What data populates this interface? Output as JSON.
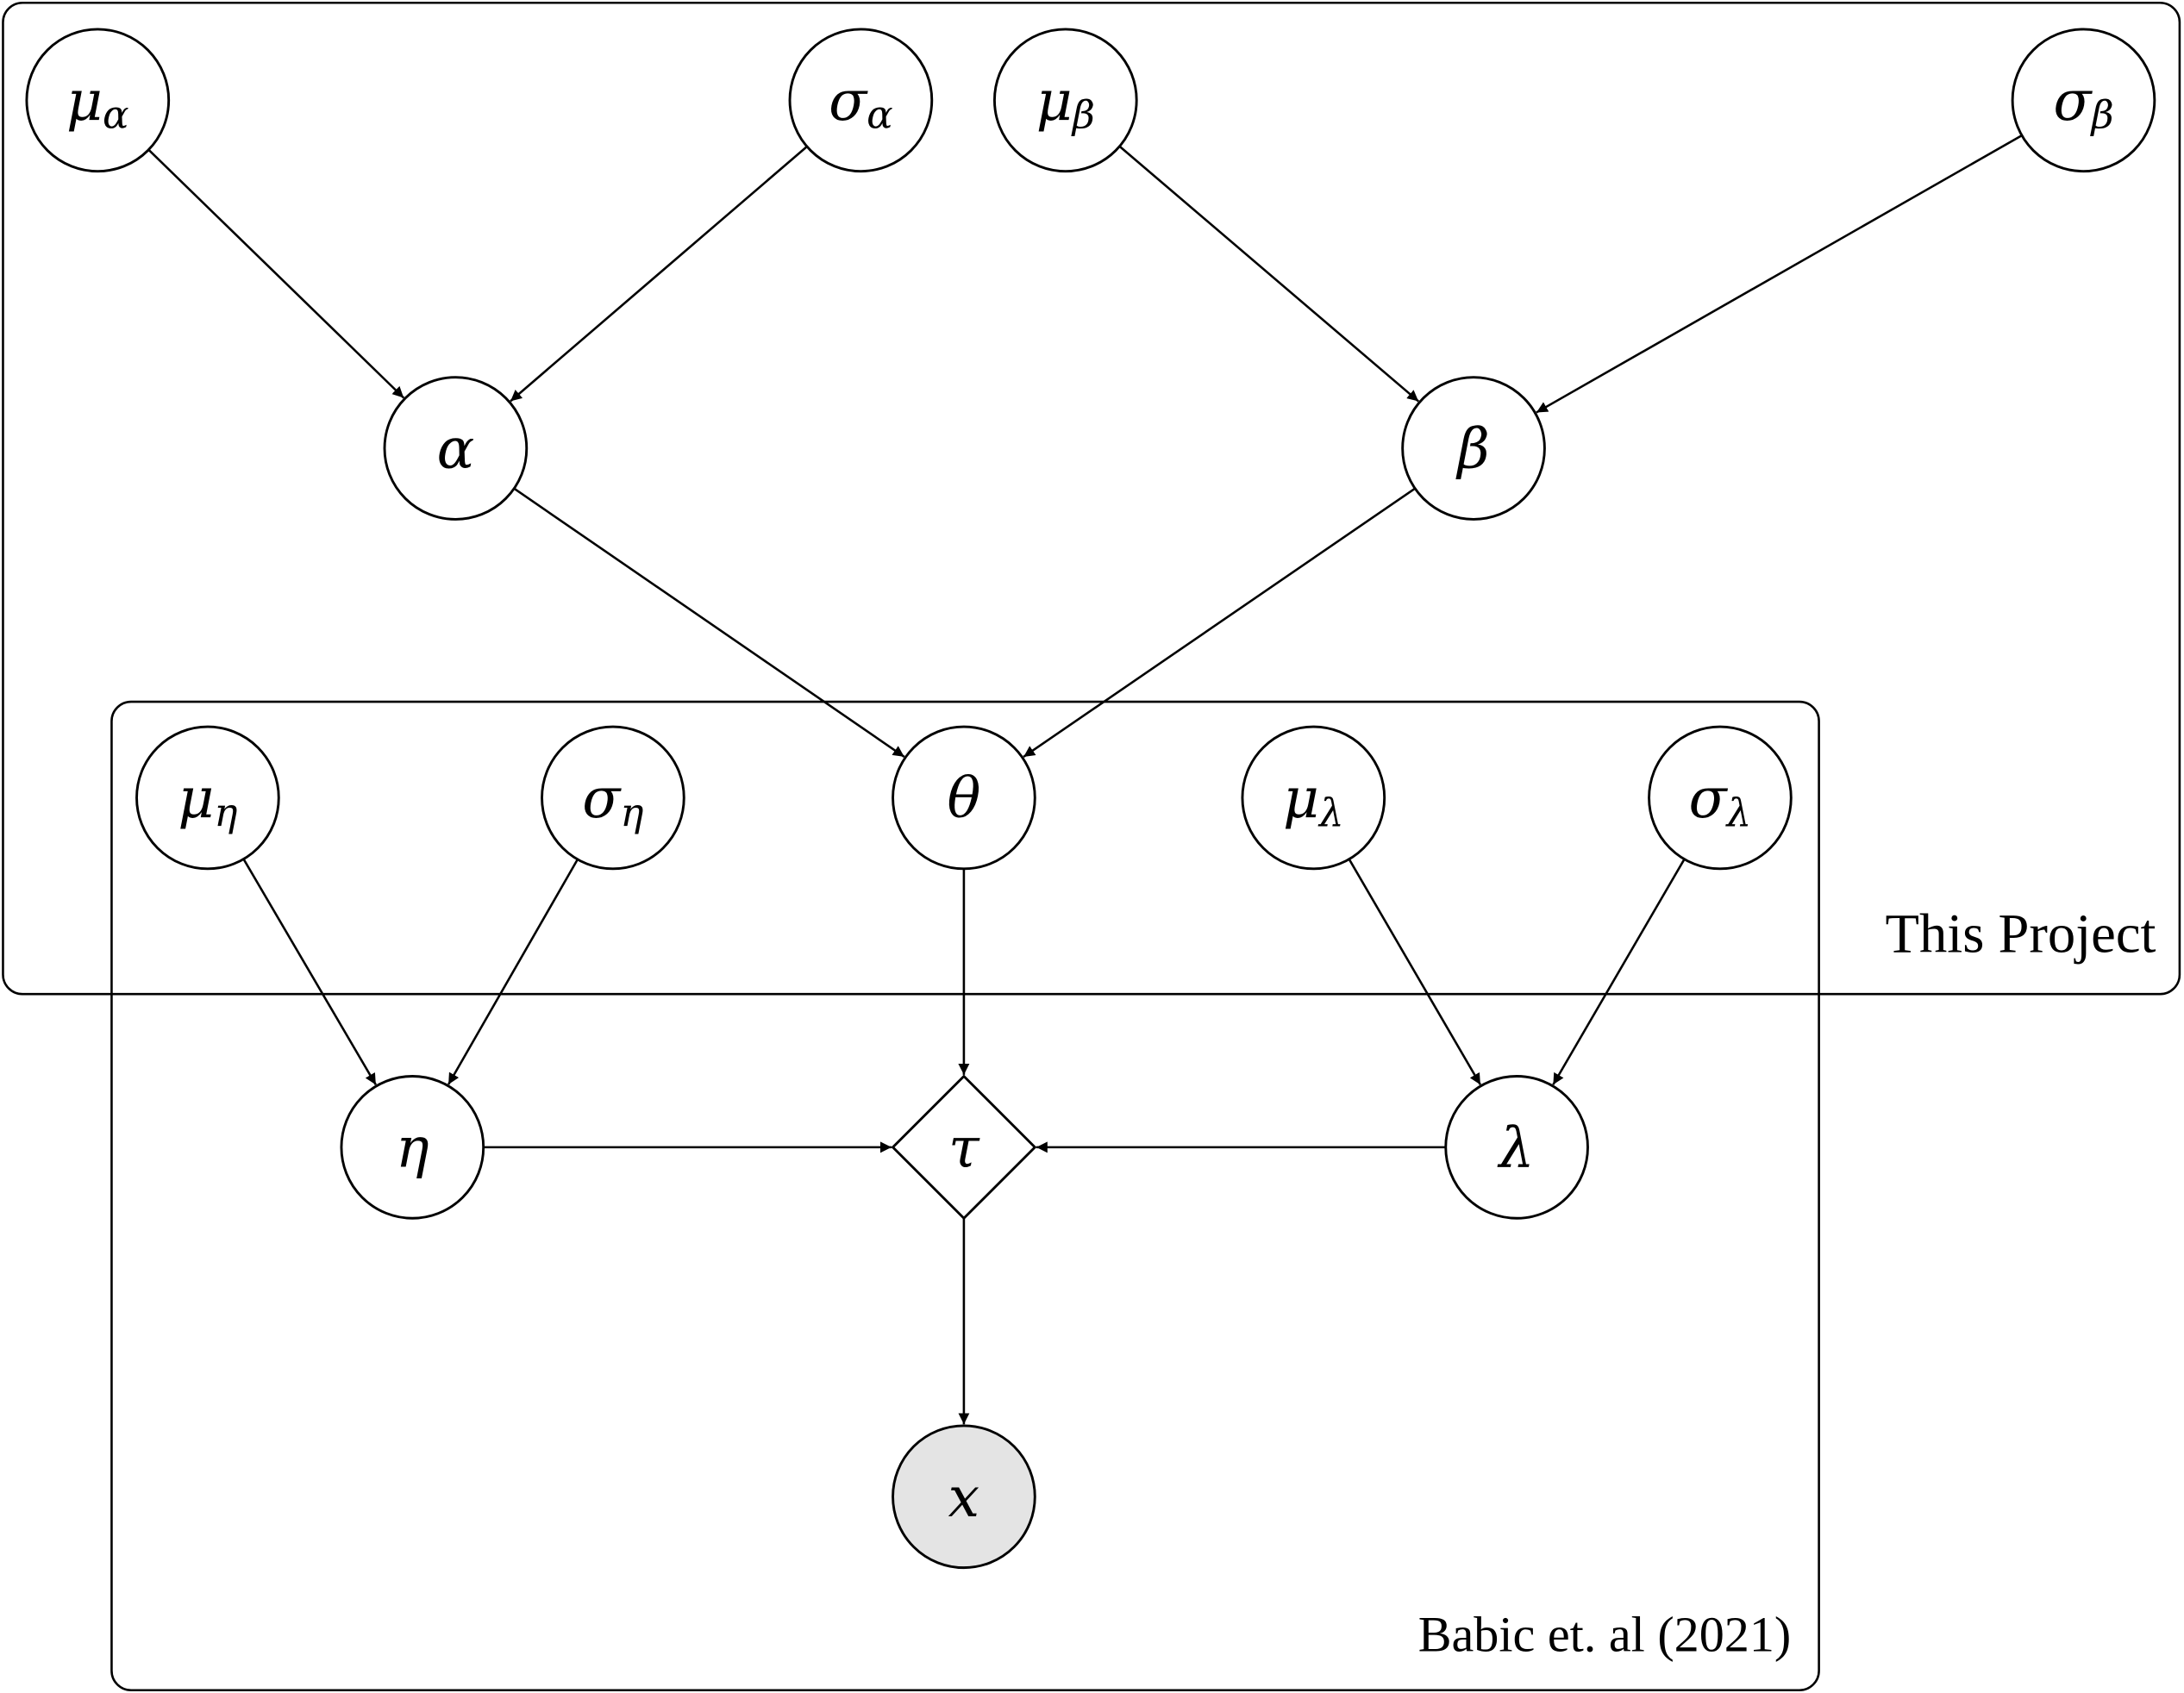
{
  "plates": [
    {
      "id": "this-project",
      "label": "This Project"
    },
    {
      "id": "babic",
      "label": "Babic et. al (2021)"
    }
  ],
  "nodes": [
    {
      "id": "mu_alpha",
      "label": "μ",
      "sub": "α",
      "shape": "circle",
      "observed": false
    },
    {
      "id": "sigma_alpha",
      "label": "σ",
      "sub": "α",
      "shape": "circle",
      "observed": false
    },
    {
      "id": "mu_beta",
      "label": "μ",
      "sub": "β",
      "shape": "circle",
      "observed": false
    },
    {
      "id": "sigma_beta",
      "label": "σ",
      "sub": "β",
      "shape": "circle",
      "observed": false
    },
    {
      "id": "alpha",
      "label": "α",
      "sub": "",
      "shape": "circle",
      "observed": false
    },
    {
      "id": "beta",
      "label": "β",
      "sub": "",
      "shape": "circle",
      "observed": false
    },
    {
      "id": "mu_eta",
      "label": "μ",
      "sub": "η",
      "shape": "circle",
      "observed": false
    },
    {
      "id": "sigma_eta",
      "label": "σ",
      "sub": "η",
      "shape": "circle",
      "observed": false
    },
    {
      "id": "theta",
      "label": "θ",
      "sub": "",
      "shape": "circle",
      "observed": false
    },
    {
      "id": "mu_lambda",
      "label": "μ",
      "sub": "λ",
      "shape": "circle",
      "observed": false
    },
    {
      "id": "sigma_lambda",
      "label": "σ",
      "sub": "λ",
      "shape": "circle",
      "observed": false
    },
    {
      "id": "eta",
      "label": "η",
      "sub": "",
      "shape": "circle",
      "observed": false
    },
    {
      "id": "tau",
      "label": "τ",
      "sub": "",
      "shape": "diamond",
      "observed": false
    },
    {
      "id": "lambda",
      "label": "λ",
      "sub": "",
      "shape": "circle",
      "observed": false
    },
    {
      "id": "x",
      "label": "x",
      "sub": "",
      "shape": "circle",
      "observed": true
    }
  ],
  "edges": [
    {
      "from": "mu_alpha",
      "to": "alpha"
    },
    {
      "from": "sigma_alpha",
      "to": "alpha"
    },
    {
      "from": "mu_beta",
      "to": "beta"
    },
    {
      "from": "sigma_beta",
      "to": "beta"
    },
    {
      "from": "alpha",
      "to": "theta"
    },
    {
      "from": "beta",
      "to": "theta"
    },
    {
      "from": "mu_eta",
      "to": "eta"
    },
    {
      "from": "sigma_eta",
      "to": "eta"
    },
    {
      "from": "mu_lambda",
      "to": "lambda"
    },
    {
      "from": "sigma_lambda",
      "to": "lambda"
    },
    {
      "from": "theta",
      "to": "tau"
    },
    {
      "from": "eta",
      "to": "tau"
    },
    {
      "from": "lambda",
      "to": "tau"
    },
    {
      "from": "tau",
      "to": "x"
    }
  ],
  "colors": {
    "stroke": "#000000",
    "observed_fill": "#e4e4e4",
    "background": "#ffffff"
  }
}
